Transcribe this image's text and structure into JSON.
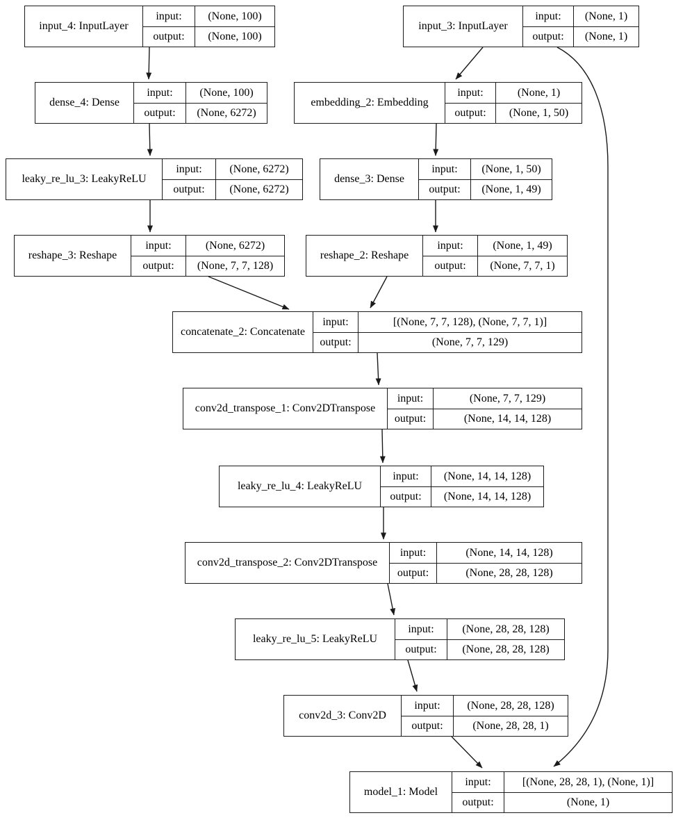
{
  "diagram": {
    "type": "keras-model-architecture",
    "io_labels": {
      "input": "input:",
      "output": "output:"
    },
    "nodes": [
      {
        "id": "input_4",
        "label": "input_4: InputLayer",
        "input": "(None, 100)",
        "output": "(None, 100)"
      },
      {
        "id": "input_3",
        "label": "input_3: InputLayer",
        "input": "(None, 1)",
        "output": "(None, 1)"
      },
      {
        "id": "dense_4",
        "label": "dense_4: Dense",
        "input": "(None, 100)",
        "output": "(None, 6272)"
      },
      {
        "id": "embedding_2",
        "label": "embedding_2: Embedding",
        "input": "(None, 1)",
        "output": "(None, 1, 50)"
      },
      {
        "id": "leaky_re_lu_3",
        "label": "leaky_re_lu_3: LeakyReLU",
        "input": "(None, 6272)",
        "output": "(None, 6272)"
      },
      {
        "id": "dense_3",
        "label": "dense_3: Dense",
        "input": "(None, 1, 50)",
        "output": "(None, 1, 49)"
      },
      {
        "id": "reshape_3",
        "label": "reshape_3: Reshape",
        "input": "(None, 6272)",
        "output": "(None, 7, 7, 128)"
      },
      {
        "id": "reshape_2",
        "label": "reshape_2: Reshape",
        "input": "(None, 1, 49)",
        "output": "(None, 7, 7, 1)"
      },
      {
        "id": "concatenate_2",
        "label": "concatenate_2: Concatenate",
        "input": "[(None, 7, 7, 128), (None, 7, 7, 1)]",
        "output": "(None, 7, 7, 129)"
      },
      {
        "id": "conv2d_transpose_1",
        "label": "conv2d_transpose_1: Conv2DTranspose",
        "input": "(None, 7, 7, 129)",
        "output": "(None, 14, 14, 128)"
      },
      {
        "id": "leaky_re_lu_4",
        "label": "leaky_re_lu_4: LeakyReLU",
        "input": "(None, 14, 14, 128)",
        "output": "(None, 14, 14, 128)"
      },
      {
        "id": "conv2d_transpose_2",
        "label": "conv2d_transpose_2: Conv2DTranspose",
        "input": "(None, 14, 14, 128)",
        "output": "(None, 28, 28, 128)"
      },
      {
        "id": "leaky_re_lu_5",
        "label": "leaky_re_lu_5: LeakyReLU",
        "input": "(None, 28, 28, 128)",
        "output": "(None, 28, 28, 128)"
      },
      {
        "id": "conv2d_3",
        "label": "conv2d_3: Conv2D",
        "input": "(None, 28, 28, 128)",
        "output": "(None, 28, 28, 1)"
      },
      {
        "id": "model_1",
        "label": "model_1: Model",
        "input": "[(None, 28, 28, 1), (None, 1)]",
        "output": "(None, 1)"
      }
    ],
    "edges": [
      {
        "from": "input_4",
        "to": "dense_4"
      },
      {
        "from": "dense_4",
        "to": "leaky_re_lu_3"
      },
      {
        "from": "leaky_re_lu_3",
        "to": "reshape_3"
      },
      {
        "from": "reshape_3",
        "to": "concatenate_2"
      },
      {
        "from": "input_3",
        "to": "embedding_2"
      },
      {
        "from": "input_3",
        "to": "model_1"
      },
      {
        "from": "embedding_2",
        "to": "dense_3"
      },
      {
        "from": "dense_3",
        "to": "reshape_2"
      },
      {
        "from": "reshape_2",
        "to": "concatenate_2"
      },
      {
        "from": "concatenate_2",
        "to": "conv2d_transpose_1"
      },
      {
        "from": "conv2d_transpose_1",
        "to": "leaky_re_lu_4"
      },
      {
        "from": "leaky_re_lu_4",
        "to": "conv2d_transpose_2"
      },
      {
        "from": "conv2d_transpose_2",
        "to": "leaky_re_lu_5"
      },
      {
        "from": "leaky_re_lu_5",
        "to": "conv2d_3"
      },
      {
        "from": "conv2d_3",
        "to": "model_1"
      }
    ],
    "colors": {
      "stroke": "#1a1a1a",
      "node_fill": "#ffffff",
      "background": "#ffffff"
    }
  }
}
